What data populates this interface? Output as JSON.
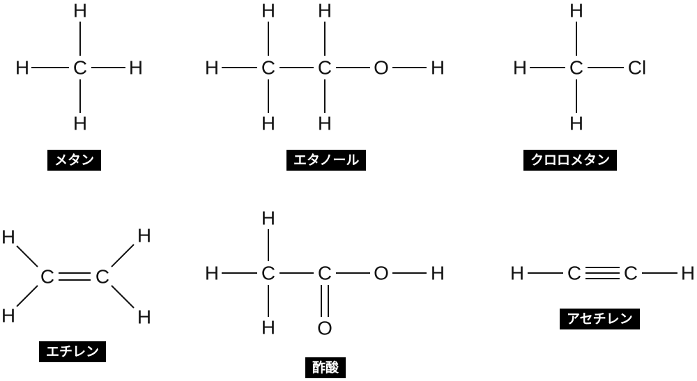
{
  "molecules": [
    {
      "name": "メタン",
      "atoms": [
        "H",
        "H",
        "C",
        "H",
        "H"
      ]
    },
    {
      "name": "エタノール",
      "atoms": [
        "H",
        "H",
        "H",
        "C",
        "C",
        "O",
        "H",
        "H",
        "H"
      ]
    },
    {
      "name": "クロロメタン",
      "atoms": [
        "H",
        "H",
        "C",
        "Cl",
        "H"
      ]
    },
    {
      "name": "エチレン",
      "atoms": [
        "H",
        "H",
        "C",
        "C",
        "H",
        "H"
      ]
    },
    {
      "name": "酢酸",
      "atoms": [
        "H",
        "H",
        "C",
        "C",
        "O",
        "H",
        "H",
        "O"
      ]
    },
    {
      "name": "アセチレン",
      "atoms": [
        "H",
        "C",
        "C",
        "H"
      ]
    }
  ]
}
